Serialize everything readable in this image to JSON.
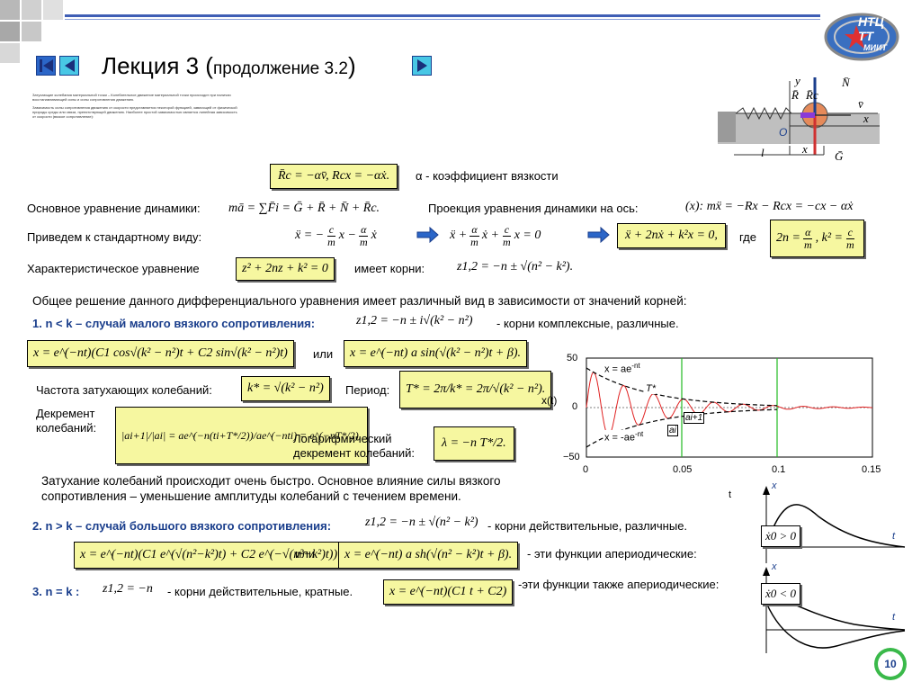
{
  "header": {
    "title": "Лекция 3 (",
    "title_small": "продолжение 3.2",
    "title_close": ")",
    "logo_top": "НТЦ ТТ",
    "logo_bottom": "МИИТ"
  },
  "colors": {
    "formula_bg": "#f6f7a0",
    "nav_blue": "#2b66c8",
    "nav_cyan": "#48c7e5",
    "square_gray": "#b8b8b8",
    "plot_red": "#e02020",
    "plot_green": "#22bb22"
  },
  "text": {
    "viscosity": "α - коэффициент вязкости",
    "main_eq": "Основное уравнение динамики:",
    "projection": "Проекция уравнения динамики на ось:",
    "standard": "Приведем к стандартному виду:",
    "where": "где",
    "characteristic": "Характеристическое уравнение",
    "roots": "имеет корни:",
    "general": "Общее решение данного дифференциального уравнения имеет различный вид в зависимости от значений корней:",
    "case1": "1. n < k – случай малого вязкого сопротивления:",
    "case1_roots": "- корни комплексные, различные.",
    "or1": "или",
    "freq": "Частота затухающих колебаний:",
    "period": "Период:",
    "decrement1": "Декремент",
    "decrement2": "колебаний:",
    "logdec1": "Логарифмический",
    "logdec2": "декремент колебаний:",
    "damping1": "Затухание колебаний происходит очень быстро. Основное влияние силы вязкого",
    "damping2": "сопротивления – уменьшение амплитуды колебаний с течением времени.",
    "t_stray": "t",
    "case2": "2. n > k – случай большого вязкого сопротивления:",
    "case2_roots": "- корни действительные, различные.",
    "or2": "или",
    "aperiodic": "- эти функции апериодические:",
    "case3": "3. n = k :",
    "case3_roots": "- корни действительные, кратные.",
    "aperiodic2": "-эти функции также апериодические:",
    "page": "10"
  },
  "formulas": {
    "rc": "R̄c = −αv̄,  Rcx = −αẋ.",
    "main": "mā = ∑F̄i = Ḡ + R̄ + N̄ + R̄c.",
    "proj": "(x): mẍ = −Rx − Rcx = −cx − αẋ",
    "std1a": "ẍ = −",
    "std1b": "c",
    "std1c": "m",
    "std1d": "x −",
    "std1e": "α",
    "std1f": "m",
    "std1g": "ẋ",
    "std2a": "ẍ +",
    "std2b": "ẋ +",
    "std2c": "x = 0",
    "std3": "ẍ + 2nẋ + k²x = 0,",
    "where_a": "2n =",
    "where_b": ", k² =",
    "char": "z² + 2nz + k² = 0",
    "rootsf": "z1,2 = −n ± √(n² − k²).",
    "case1r": "z1,2 = −n ± i√(k² − n²)",
    "sol1": "x = e^(−nt)(C1 cos√(k² − n²)t + C2 sin√(k² − n²)t)",
    "sol1b": "x = e^(−nt) a sin(√(k² − n²)t + β).",
    "kstar": "k* = √(k² − n²)",
    "period": "T* = 2π/k* = 2π/√(k² − n²).",
    "dec": "|ai+1|/|ai| = ae^(−n(ti+T*/2))/ae^(−nti) = e^(−nT*/2).",
    "logdec": "λ = −n T*/2.",
    "case2r": "z1,2 = −n ± √(n² − k²)",
    "sol2": "x = e^(−nt)(C1 e^(√(n²−k²)t) + C2 e^(−√(n²−k²)t))",
    "sol2b": "x = e^(−nt) a sh(√(n² − k²)t + β).",
    "case3r": "z1,2 = −n",
    "sol3": "x = e^(−nt)(C1 t + C2)"
  },
  "figure": {
    "labels": {
      "y": "y",
      "N": "N̄",
      "R": "R̄",
      "Rc": "R̄c",
      "v": "v̄",
      "x_axis": "x",
      "O": "O",
      "l": "l",
      "x": "x",
      "G": "Ḡ"
    }
  },
  "plot": {
    "ylabel": "x(t)",
    "y_ticks": [
      "50",
      "0",
      "−50"
    ],
    "x_ticks": [
      "0",
      "0.05",
      "0.1",
      "0.15"
    ],
    "upper_env": "x = ae",
    "upper_env_sup": "-nt",
    "lower_env": "x = -ae",
    "lower_env_sup": "-nt",
    "T_label": "T*",
    "a_i1": "ai+1",
    "a_i": "ai",
    "xlim": [
      0,
      0.15
    ],
    "ylim": [
      -50,
      50
    ]
  },
  "aperiodic_plots": {
    "top": {
      "x": "x",
      "t": "t",
      "cond": "ẋ0 > 0"
    },
    "bottom": {
      "x": "x",
      "t": "t",
      "cond": "ẋ0 < 0"
    }
  },
  "tiny_notes": [
    "Затухающие колебания материальной точки – Колебательное движение материальной точки происходит при наличии восстанавливающей силы и силы сопротивления движению.",
    "Зависимость силы сопротивления движению от скорости представляется некоторой функцией, зависящей от физической природы среды или связи, препятствующей движению. Наиболее простой зависимостью является линейная зависимость от скорости (вязкое сопротивление):"
  ]
}
